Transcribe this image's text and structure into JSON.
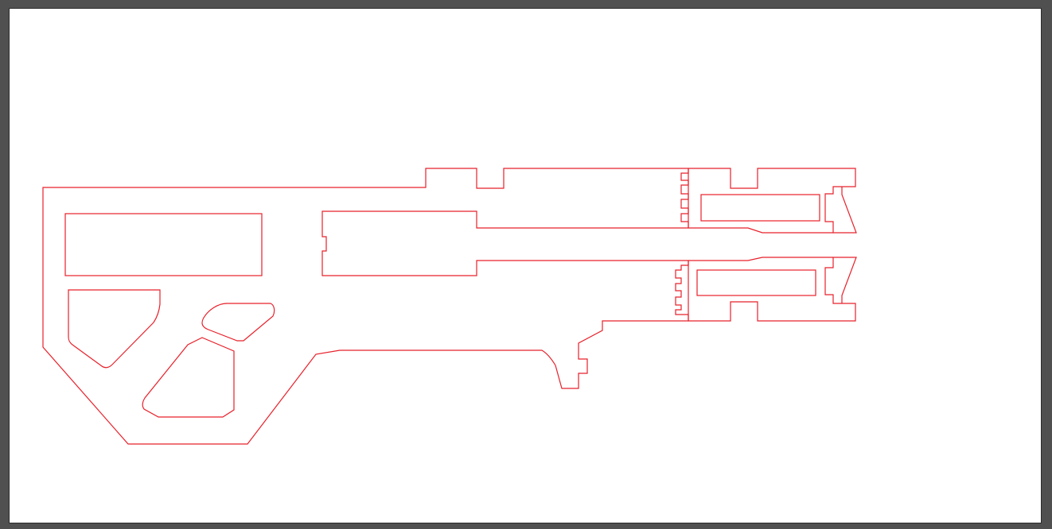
{
  "canvas": {
    "workspace_color": "#505050",
    "artboard_color": "#ffffff"
  },
  "drawing": {
    "stroke_color": "#e8202a",
    "parts": [
      "stock-outline",
      "upper-cutout",
      "lower-left-cutout",
      "grip-cutout-small",
      "grip-cutout-large",
      "barrel-slot",
      "upper-rail-window",
      "lower-rail-window",
      "upper-muzzle-notch",
      "lower-muzzle-notch",
      "trigger-tab"
    ]
  }
}
